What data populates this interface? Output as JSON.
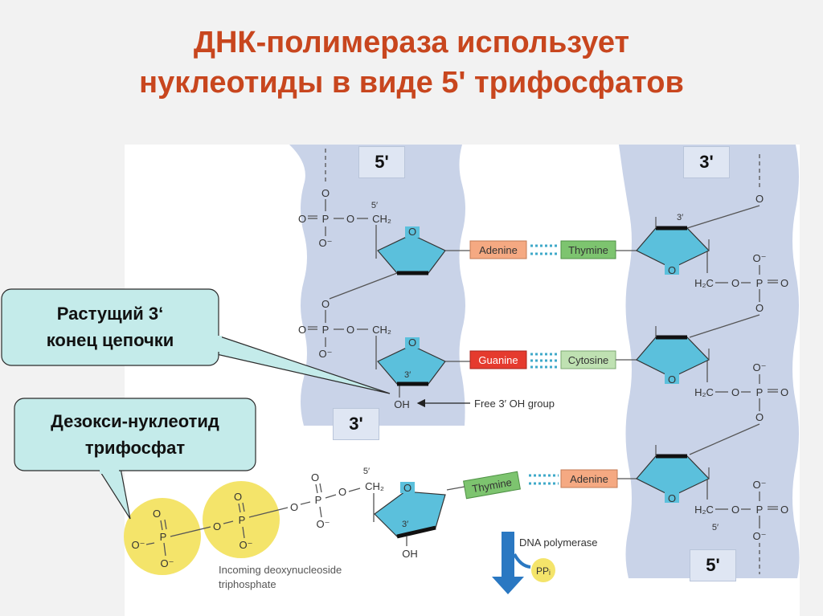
{
  "title": {
    "line1": "ДНК-полимераза использует",
    "line2": "нуклеотиды в виде 5' трифосфатов"
  },
  "callouts": {
    "growing_end": {
      "line1": "Растущий 3‘",
      "line2": "конец цепочки"
    },
    "dntp": {
      "line1": "Дезокси-нуклеотид",
      "line2": "трифосфат"
    }
  },
  "strand_ends": {
    "left_top": "5'",
    "left_bottom": "3'",
    "right_top": "3'",
    "right_bottom": "5'"
  },
  "bases": {
    "adenine": "Adenine",
    "thymine": "Thymine",
    "guanine": "Guanine",
    "cytosine": "Cytosine"
  },
  "labels": {
    "free_oh": "Free 3′ OH group",
    "dna_polymerase": "DNA polymerase",
    "ppi": "PPᵢ",
    "incoming_line1": "Incoming deoxynucleoside",
    "incoming_line2": "triphosphate"
  },
  "chem": {
    "O": "O",
    "O_minus": "O⁻",
    "P": "P",
    "OH": "OH",
    "CH2": "CH₂",
    "H2C": "H₂C",
    "five_prime": "5′",
    "three_prime": "3′"
  },
  "colors": {
    "title": "#c8461e",
    "strand_band": "#c9d3e8",
    "sugar": "#5bc0dc",
    "adenine": "#f5a982",
    "thymine": "#7dc46f",
    "guanine": "#e53b2e",
    "cytosine": "#bfe1b2",
    "phosphate_circle": "#f4e46a",
    "callout": "#c4ebea",
    "arrow": "#2a78c2",
    "hbond": "#3fa9c9"
  }
}
